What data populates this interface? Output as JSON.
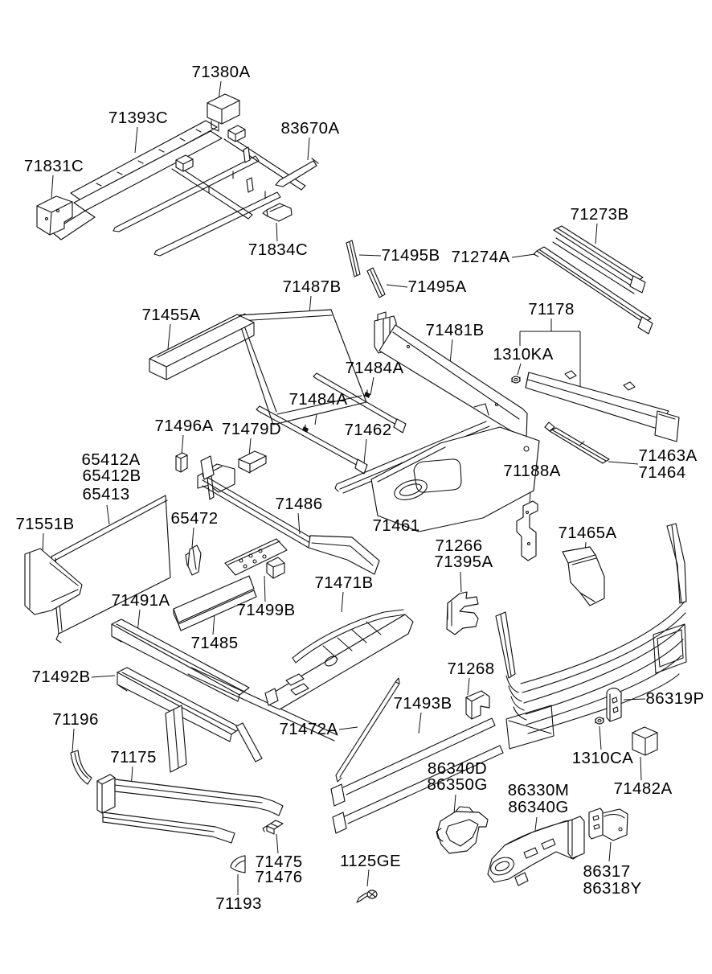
{
  "diagram": {
    "kind": "exploded-parts-diagram",
    "subject": "vehicle floor panel and rear body exploded view",
    "colors": {
      "background": "#ffffff",
      "line": "#111111",
      "label_text": "#000000"
    },
    "part_labels": [
      {
        "text": "71380A"
      },
      {
        "text": "71393C"
      },
      {
        "text": "71831C"
      },
      {
        "text": "83670A"
      },
      {
        "text": "71834C"
      },
      {
        "text": "71495B"
      },
      {
        "text": "71274A"
      },
      {
        "text": "71273B"
      },
      {
        "text": "71495A"
      },
      {
        "text": "71487B"
      },
      {
        "text": "71455A"
      },
      {
        "text": "71481B"
      },
      {
        "text": "71178"
      },
      {
        "text": "1310KA"
      },
      {
        "text": "71484A"
      },
      {
        "text": "71484A"
      },
      {
        "text": "71496A"
      },
      {
        "text": "71479D"
      },
      {
        "text": "71462"
      },
      {
        "text": "65412A"
      },
      {
        "text": "65412B"
      },
      {
        "text": "65413"
      },
      {
        "text": "71188A"
      },
      {
        "text": "71463A"
      },
      {
        "text": "71464"
      },
      {
        "text": "71551B"
      },
      {
        "text": "65472"
      },
      {
        "text": "71486"
      },
      {
        "text": "71461"
      },
      {
        "text": "71266"
      },
      {
        "text": "71395A"
      },
      {
        "text": "71465A"
      },
      {
        "text": "71491A"
      },
      {
        "text": "71471B"
      },
      {
        "text": "71499B"
      },
      {
        "text": "71485"
      },
      {
        "text": "71492B"
      },
      {
        "text": "71268"
      },
      {
        "text": "86319P"
      },
      {
        "text": "71196"
      },
      {
        "text": "71493B"
      },
      {
        "text": "71472A"
      },
      {
        "text": "71175"
      },
      {
        "text": "1310CA"
      },
      {
        "text": "71482A"
      },
      {
        "text": "86340D"
      },
      {
        "text": "86350G"
      },
      {
        "text": "86330M"
      },
      {
        "text": "86340G"
      },
      {
        "text": "71475"
      },
      {
        "text": "71476"
      },
      {
        "text": "1125GE"
      },
      {
        "text": "86317"
      },
      {
        "text": "86318Y"
      },
      {
        "text": "71193"
      }
    ]
  }
}
